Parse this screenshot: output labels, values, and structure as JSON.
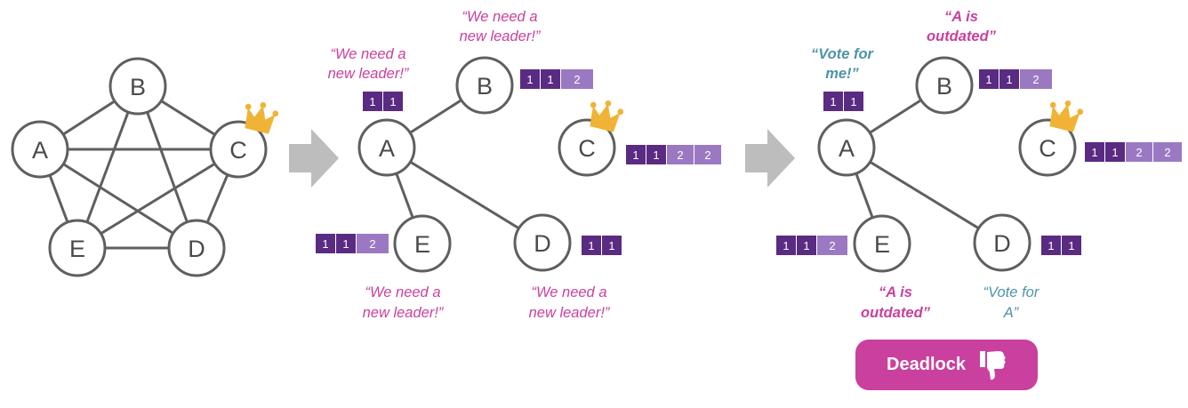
{
  "colors": {
    "node_stroke": "#5f5f5f",
    "edge": "#5f5f5f",
    "arrow": "#bdbdbd",
    "log_dark": "#5a2b82",
    "log_light": "#9b79c2",
    "crown": "#f1b335",
    "quote_pink": "#c9409e",
    "quote_teal": "#4f93aa",
    "button_bg": "#c9409e"
  },
  "panel1": {
    "nodes": {
      "A": "A",
      "B": "B",
      "C": "C",
      "D": "D",
      "E": "E"
    }
  },
  "panel2": {
    "nodes": {
      "A": "A",
      "B": "B",
      "C": "C",
      "D": "D",
      "E": "E"
    },
    "logs": {
      "A": [
        "1",
        "1"
      ],
      "B": [
        "1",
        "1",
        "2"
      ],
      "C": [
        "1",
        "1",
        "2",
        "2"
      ],
      "D": [
        "1",
        "1"
      ],
      "E": [
        "1",
        "1",
        "2"
      ]
    },
    "quotes": {
      "A": [
        "“We need a",
        "new leader!”"
      ],
      "B": [
        "“We need a",
        "new leader!”"
      ],
      "E": [
        "“We need a",
        "new leader!”"
      ],
      "D": [
        "“We need a",
        "new leader!”"
      ]
    }
  },
  "panel3": {
    "nodes": {
      "A": "A",
      "B": "B",
      "C": "C",
      "D": "D",
      "E": "E"
    },
    "logs": {
      "A": [
        "1",
        "1"
      ],
      "B": [
        "1",
        "1",
        "2"
      ],
      "C": [
        "1",
        "1",
        "2",
        "2"
      ],
      "D": [
        "1",
        "1"
      ],
      "E": [
        "1",
        "1",
        "2"
      ]
    },
    "quotes": {
      "A": [
        "“Vote for",
        "me!”"
      ],
      "B": [
        "“A is",
        "outdated”"
      ],
      "E": [
        "“A is",
        "outdated”"
      ],
      "D": [
        "“Vote for",
        "A”"
      ]
    }
  },
  "deadlock_button": {
    "label": "Deadlock",
    "icon": "thumbs-down-icon"
  }
}
